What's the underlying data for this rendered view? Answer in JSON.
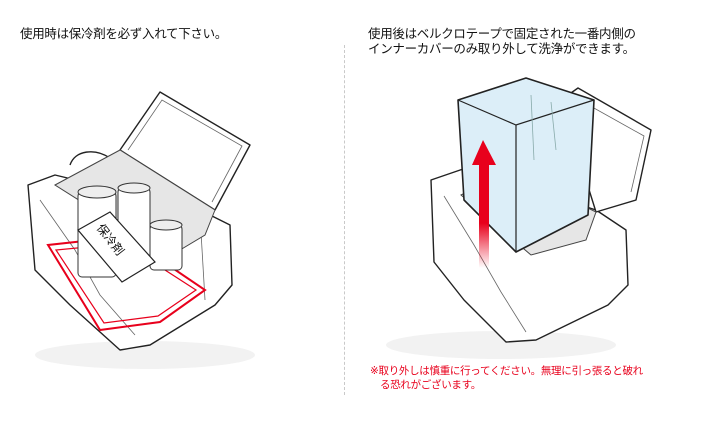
{
  "left_panel": {
    "caption": "使用時は保冷剤を必ず入れて下さい。",
    "ice_pack_label": "保冷剤"
  },
  "right_panel": {
    "caption_line1": "使用後はベルクロテープで固定された一番内側の",
    "caption_line2": "インナーカバーのみ取り外して洗浄ができます。",
    "note_line1": "※取り外しは慎重に行ってください。無理に引っ張ると破れ",
    "note_line2": "る恐れがございます。"
  },
  "colors": {
    "accent_red": "#e8001c",
    "inner_cover_blue": "#dceef8",
    "line": "#222222"
  },
  "icons": [
    "removal-arrow-icon"
  ]
}
